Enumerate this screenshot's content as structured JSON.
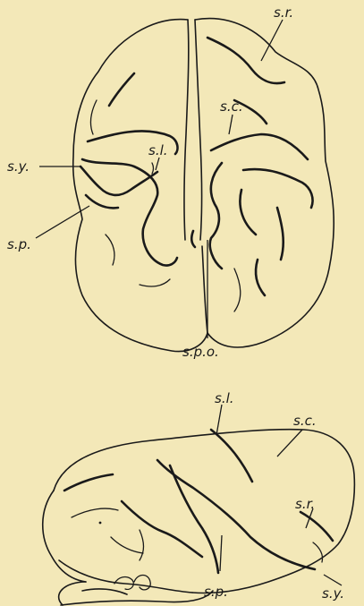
{
  "dorsal_view": {
    "labels": {
      "sr": "s.r.",
      "sc": "s.c.",
      "sl": "s.l.",
      "sy": "s.y.",
      "sp": "s.p.",
      "spo": "s.p.o."
    }
  },
  "lateral_view": {
    "labels": {
      "sl": "s.l.",
      "sc": "s.c.",
      "sr": "s.r.",
      "sp": "s.p.",
      "sy": "s.y."
    }
  },
  "colors": {
    "paper": "#f3e8b8",
    "ink": "#1a1a1a"
  }
}
